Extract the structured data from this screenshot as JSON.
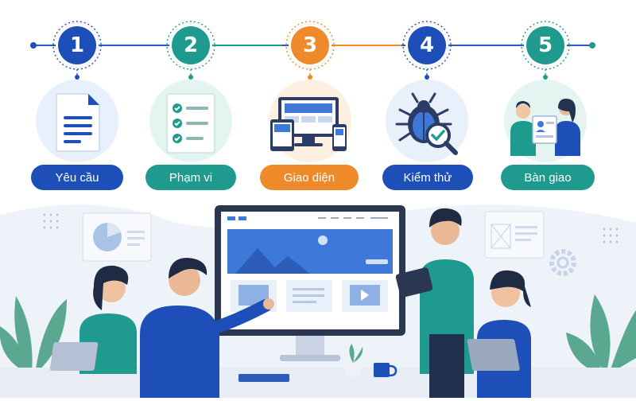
{
  "colors": {
    "navy": "#1e4fb8",
    "teal": "#1f9a8f",
    "orange": "#ee8a2a",
    "light_blue_bg": "#e7f0fb",
    "light_teal_bg": "#e4f4f1",
    "light_orange_bg": "#fdf0e1",
    "screen_blue": "#3e78d9"
  },
  "steps": [
    {
      "number": "1",
      "label": "Yêu cầu",
      "color": "#1e4fb8",
      "icon": "document-icon"
    },
    {
      "number": "2",
      "label": "Phạm vi",
      "color": "#1f9a8f",
      "icon": "checklist-icon"
    },
    {
      "number": "3",
      "label": "Giao diện",
      "color": "#ee8a2a",
      "icon": "devices-icon"
    },
    {
      "number": "4",
      "label": "Kiểm thử",
      "color": "#1e4fb8",
      "icon": "bug-search-icon"
    },
    {
      "number": "5",
      "label": "Bàn giao",
      "color": "#1f9a8f",
      "icon": "handover-icon"
    }
  ]
}
